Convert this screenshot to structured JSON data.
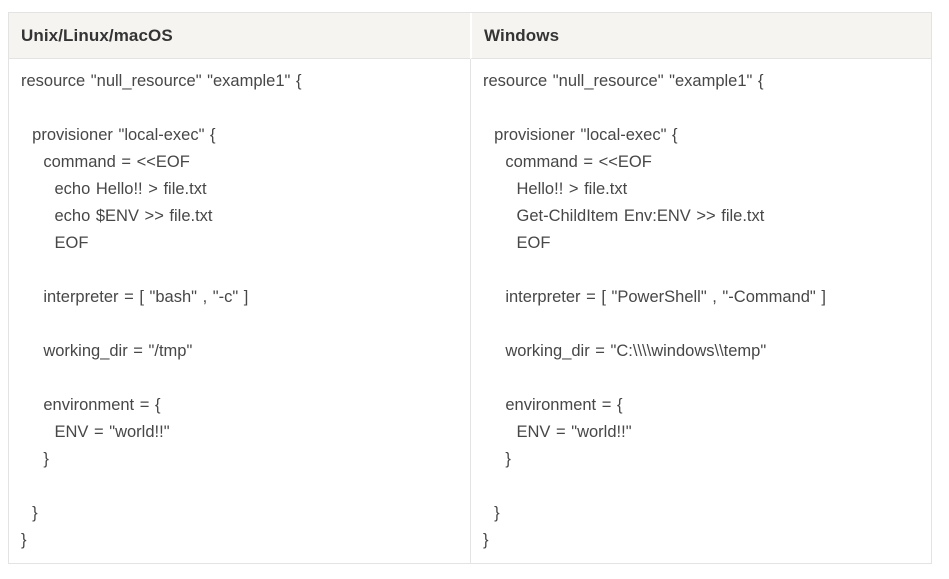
{
  "table": {
    "columns": [
      {
        "header": "Unix/Linux/macOS",
        "code": "resource \"null_resource\" \"example1\" {\n\n  provisioner \"local-exec\" {\n    command = <<EOF\n      echo Hello!! > file.txt\n      echo $ENV >> file.txt\n      EOF\n\n    interpreter = [ \"bash\" , \"-c\" ]\n\n    working_dir = \"/tmp\"\n\n    environment = {\n      ENV = \"world!!\"\n    }\n\n  }\n}"
      },
      {
        "header": "Windows",
        "code": "resource \"null_resource\" \"example1\" {\n\n  provisioner \"local-exec\" {\n    command = <<EOF\n      Hello!! > file.txt\n      Get-ChildItem Env:ENV >> file.txt\n      EOF\n\n    interpreter = [ \"PowerShell\" , \"-Command\" ]\n\n    working_dir = \"C:\\\\\\\\windows\\\\temp\"\n\n    environment = {\n      ENV = \"world!!\"\n    }\n\n  }\n}"
      }
    ]
  },
  "colors": {
    "header_background": "#f5f4f1",
    "border": "#e3e3e3",
    "header_text": "#343434",
    "code_text": "#474747",
    "page_background": "#ffffff"
  }
}
